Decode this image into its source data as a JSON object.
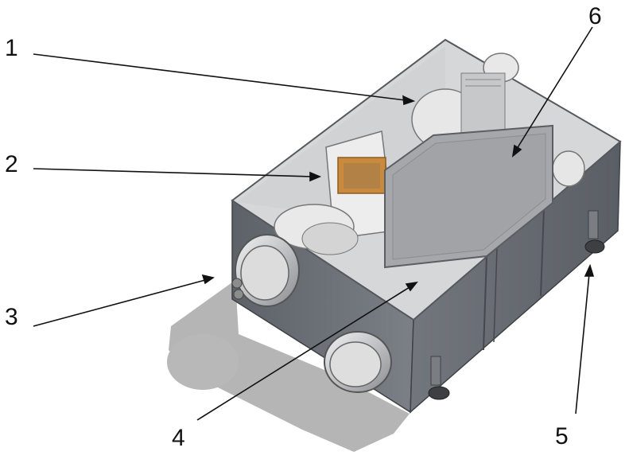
{
  "callouts": [
    {
      "id": "1",
      "label": "1"
    },
    {
      "id": "2",
      "label": "2"
    },
    {
      "id": "3",
      "label": "3"
    },
    {
      "id": "4",
      "label": "4"
    },
    {
      "id": "5",
      "label": "5"
    },
    {
      "id": "6",
      "label": "6"
    }
  ],
  "colors": {
    "housing_dark": "#6b6f76",
    "housing_mid": "#8d9198",
    "interior": "#d9dadc",
    "shadow": "#b3b3b3",
    "panel": "#a6a8ab",
    "filter_frame": "#c98a3d"
  }
}
